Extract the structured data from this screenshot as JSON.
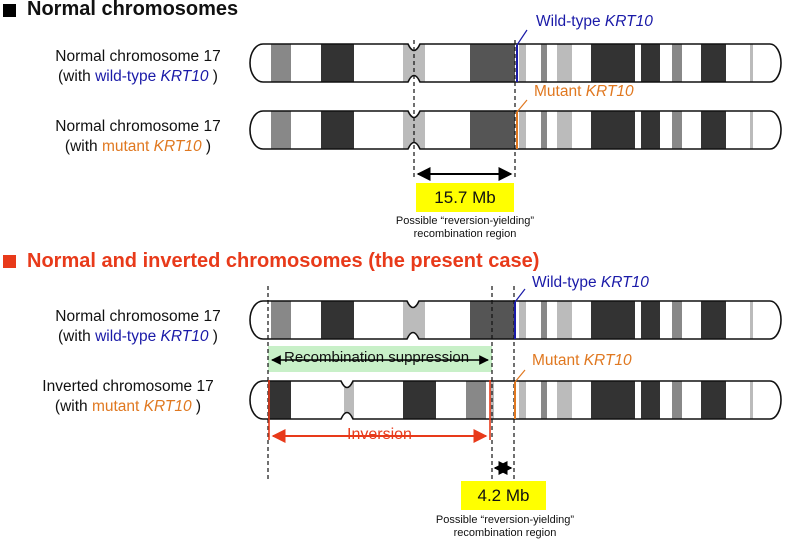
{
  "section1": {
    "title": "Normal chromosomes",
    "square_color": "#000000"
  },
  "section2": {
    "title": "Normal and inverted chromosomes (the present case)",
    "square_color": "#e83a1a",
    "title_color": "#e83a1a"
  },
  "chromosomes": {
    "s1_top": {
      "line1": "Normal chromosome 17",
      "paren_open": "(with ",
      "variant": "wild-type ",
      "gene": "KRT10",
      "paren_close": " )"
    },
    "s1_bottom": {
      "line1": "Normal chromosome 17",
      "paren_open": "(with ",
      "variant": "mutant ",
      "gene": "KRT10",
      "paren_close": " )"
    },
    "s2_top": {
      "line1": "Normal chromosome 17",
      "paren_open": "(with ",
      "variant": "wild-type ",
      "gene": "KRT10",
      "paren_close": " )"
    },
    "s2_bottom": {
      "line1": "Inverted chromosome 17",
      "paren_open": "(with ",
      "variant": "mutant ",
      "gene": "KRT10",
      "paren_close": " )"
    }
  },
  "gene_labels": {
    "wild_type_prefix": "Wild-type ",
    "mutant_prefix": "Mutant ",
    "gene": "KRT10"
  },
  "distances": {
    "s1_mb": "15.7 Mb",
    "s2_mb": "4.2 Mb",
    "caption_line1": "Possible “reversion-yielding”",
    "caption_line2": "recombination region"
  },
  "recombination_suppression": "Recombination suppression",
  "inversion": "Inversion",
  "colors": {
    "wild_type": "#1a1aa8",
    "mutant": "#e07820",
    "highlight": "#ffff00",
    "suppression_fill": "#c8f0c8",
    "inversion": "#e83a1a"
  }
}
